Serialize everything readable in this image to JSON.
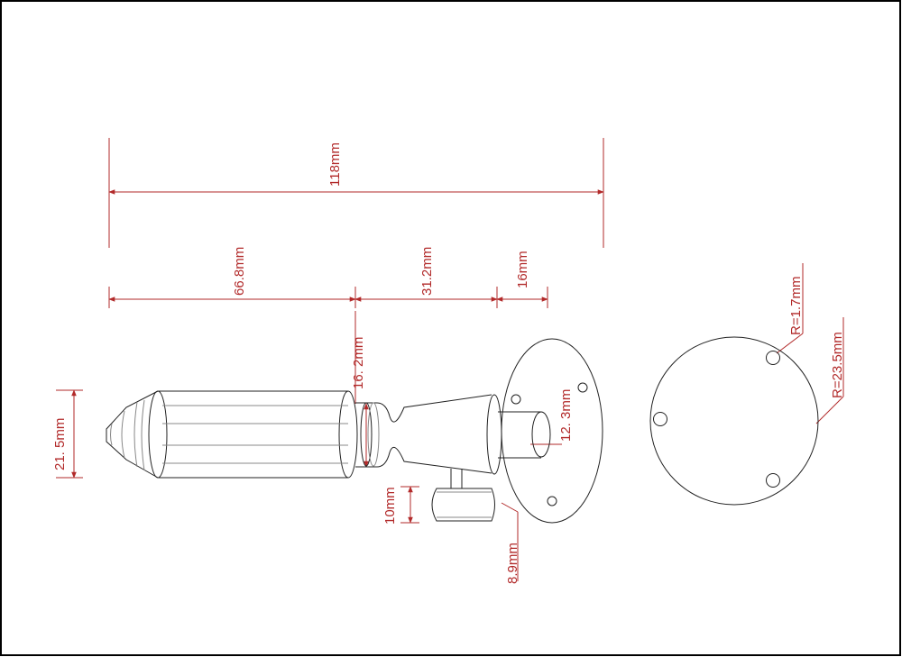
{
  "dimensions": {
    "total_length": "118mm",
    "body_length": "66.8mm",
    "neck_length": "31.2mm",
    "base_offset": "16mm",
    "neck_diameter": "16. 2mm",
    "body_diameter": "21. 5mm",
    "bore_diameter": "12. 3mm",
    "knob_length": "10mm",
    "knob_offset": "8.9mm",
    "hole_radius": "R=1.7mm",
    "plate_radius": "R=23.5mm"
  },
  "colors": {
    "dimension": "#b22a2a",
    "outline": "#222222",
    "border": "#000000"
  }
}
